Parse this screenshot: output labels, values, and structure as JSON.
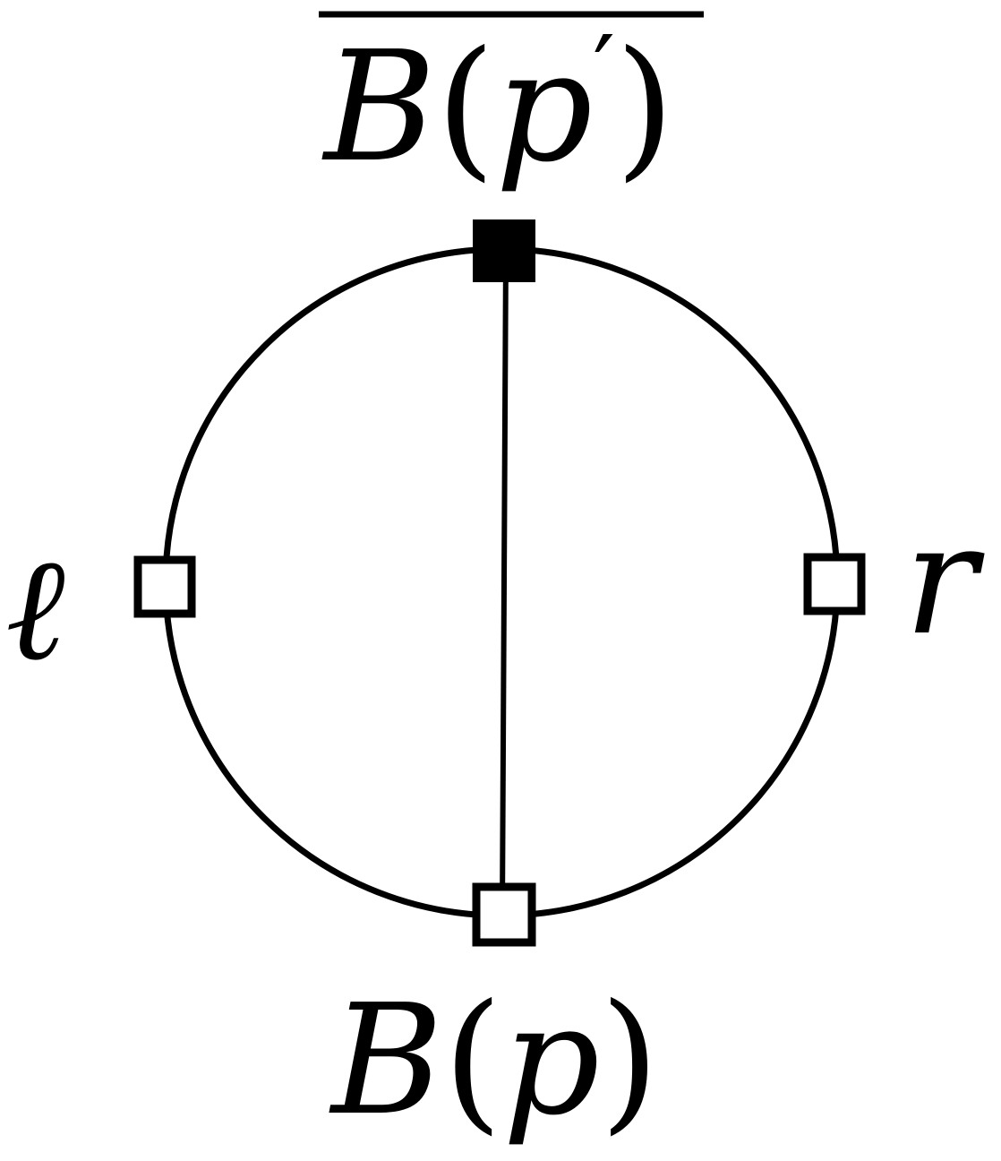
{
  "diagram": {
    "labels": {
      "top": {
        "symbol": "B",
        "open_paren": "(",
        "argument": "p",
        "prime": "′",
        "close_paren": ")",
        "overline": true
      },
      "bottom": {
        "symbol": "B",
        "open_paren": "(",
        "argument": "p",
        "close_paren": ")"
      },
      "left": "ℓ",
      "right": "r"
    },
    "nodes": {
      "top": "filled-square",
      "bottom": "open-square",
      "left": "open-square",
      "right": "open-square"
    },
    "colors": {
      "stroke": "#000000",
      "background": "#ffffff"
    }
  }
}
